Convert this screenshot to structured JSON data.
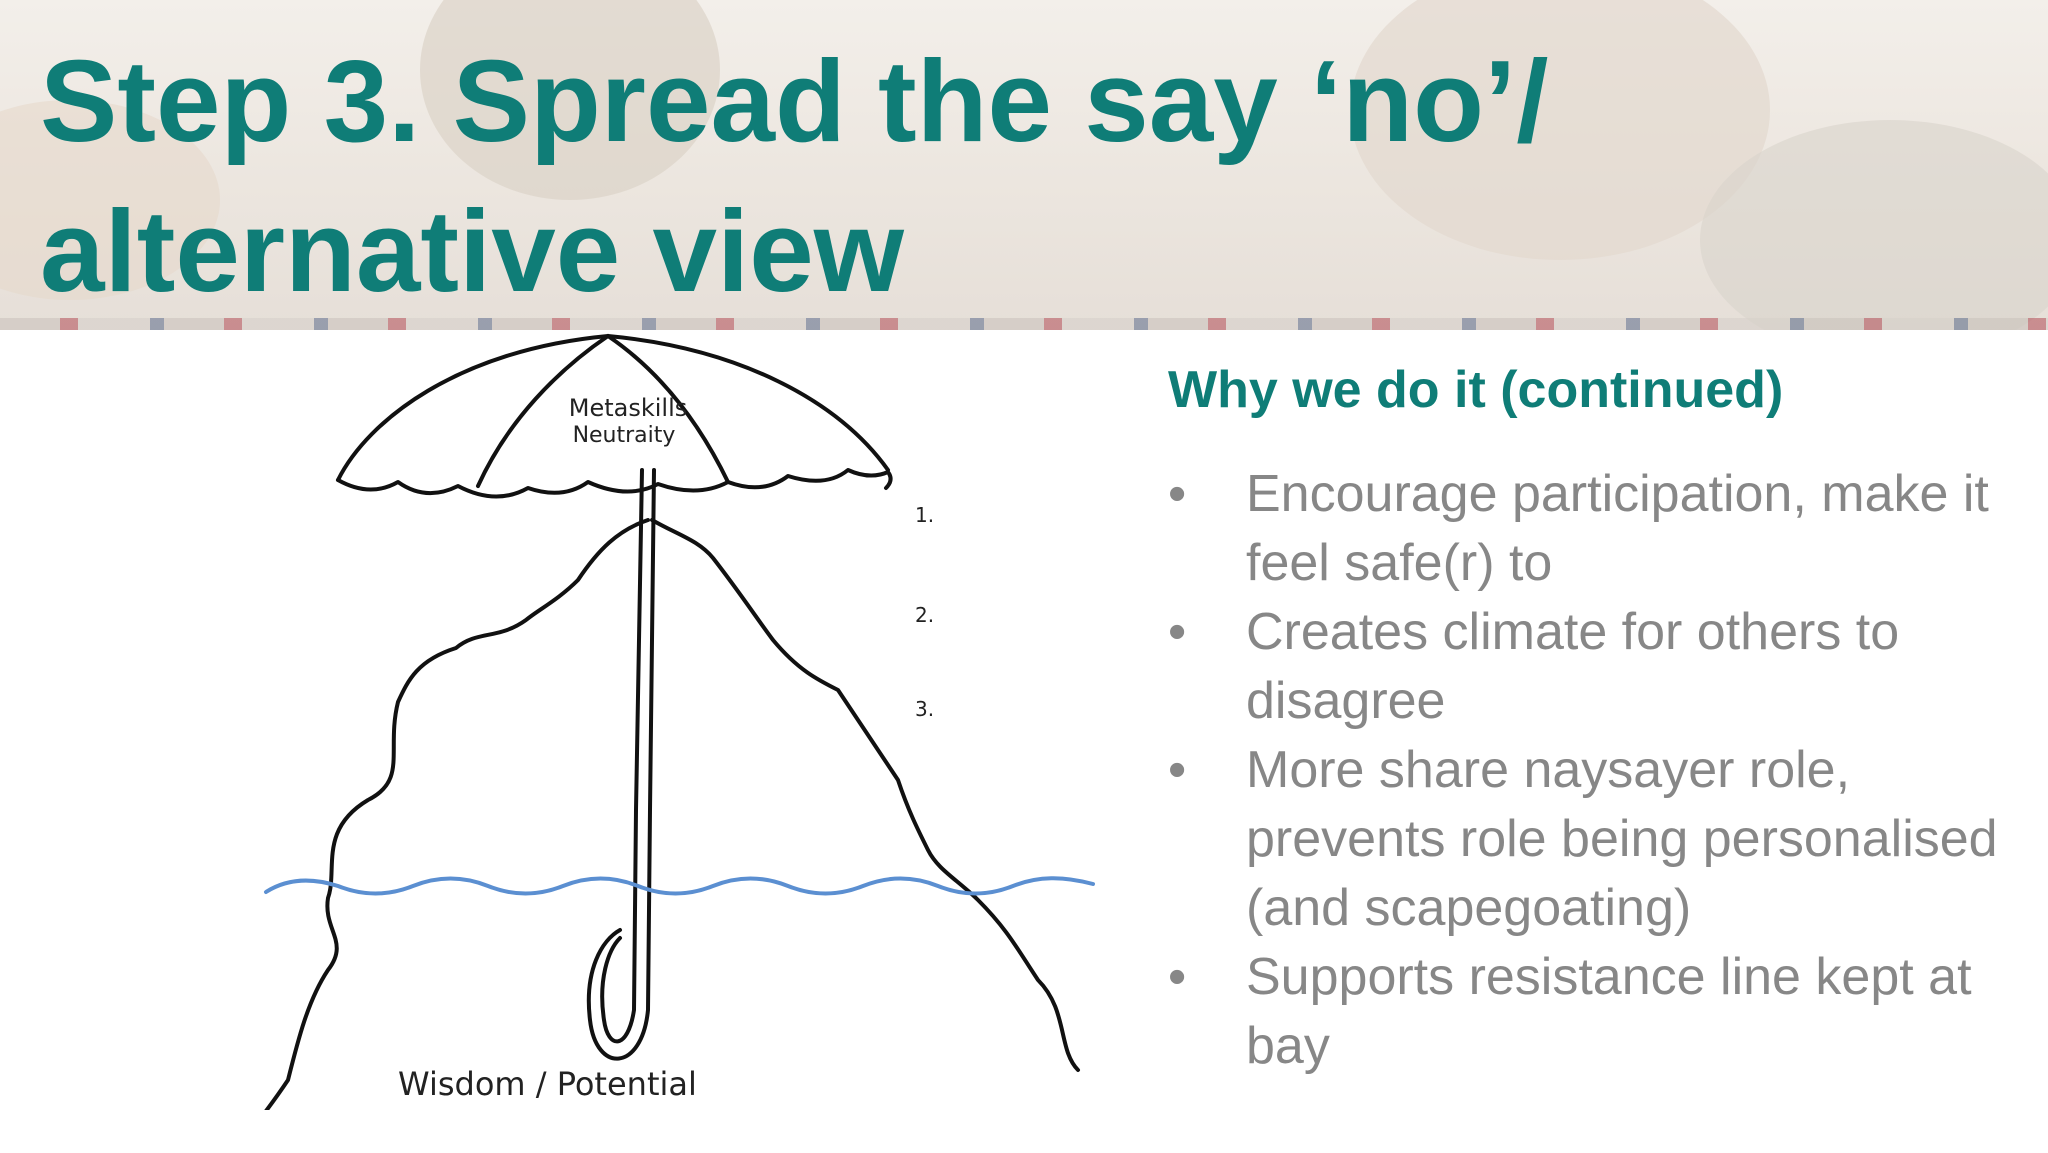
{
  "slide": {
    "title_lines": [
      "Step 3. Spread the say ‘no’/",
      "alternative view"
    ],
    "subheading": "Why we do it (continued)",
    "bullet_symbol": "•",
    "bullets": [
      "Encourage participation, make it feel safe(r) to",
      "Creates climate for others to disagree",
      "More share naysayer role, prevents role being personalised (and scapegoating)",
      "Supports resistance line kept at bay"
    ]
  },
  "diagram": {
    "umbrella_label_line1": "Metaskills",
    "umbrella_label_line2": "Neutraity",
    "markers": [
      "1.",
      "2.",
      "3."
    ],
    "bottom_label": "Wisdom / Potential"
  },
  "colors": {
    "title": "#0f7d77",
    "bullet_text": "#878787",
    "water_line": "#5b8fd1",
    "drawing_stroke": "#111111"
  }
}
